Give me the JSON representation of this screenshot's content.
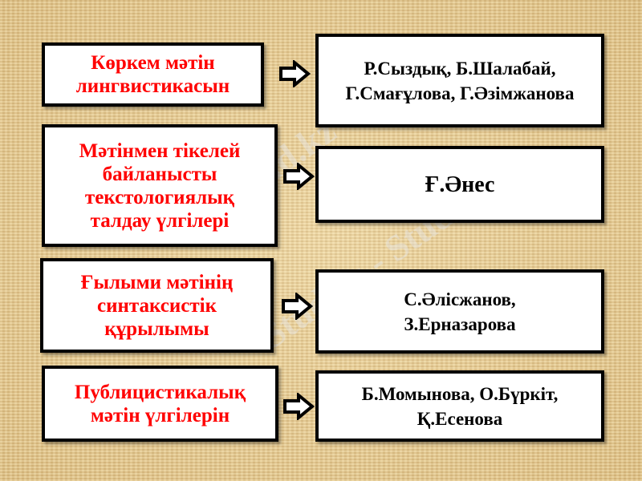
{
  "rows": [
    {
      "topic": "Көркем мәтін лингвистикасын",
      "authors": "Р.Сыздық, Б.Шалабай, Г.Смағұлова, Г.Әзімжанова"
    },
    {
      "topic": "Мәтінмен тікелей байланысты текстологиялық талдау үлгілері",
      "authors": "Ғ.Әнес"
    },
    {
      "topic": "Ғылыми мәтінің синтаксистік құрылымы",
      "authors": "С.Әлісжанов, З.Ерназарова"
    },
    {
      "topic": "Публицистикалық мәтін үлгілерін",
      "authors": "Б.Момынова, О.Бүркіт, Қ.Есенова"
    }
  ],
  "watermark": "Stud.kz",
  "colors": {
    "topic_text": "#ff0000",
    "author_text": "#000000",
    "background": "#e6cc96"
  },
  "icons": {
    "connector": "right-arrow-icon"
  }
}
